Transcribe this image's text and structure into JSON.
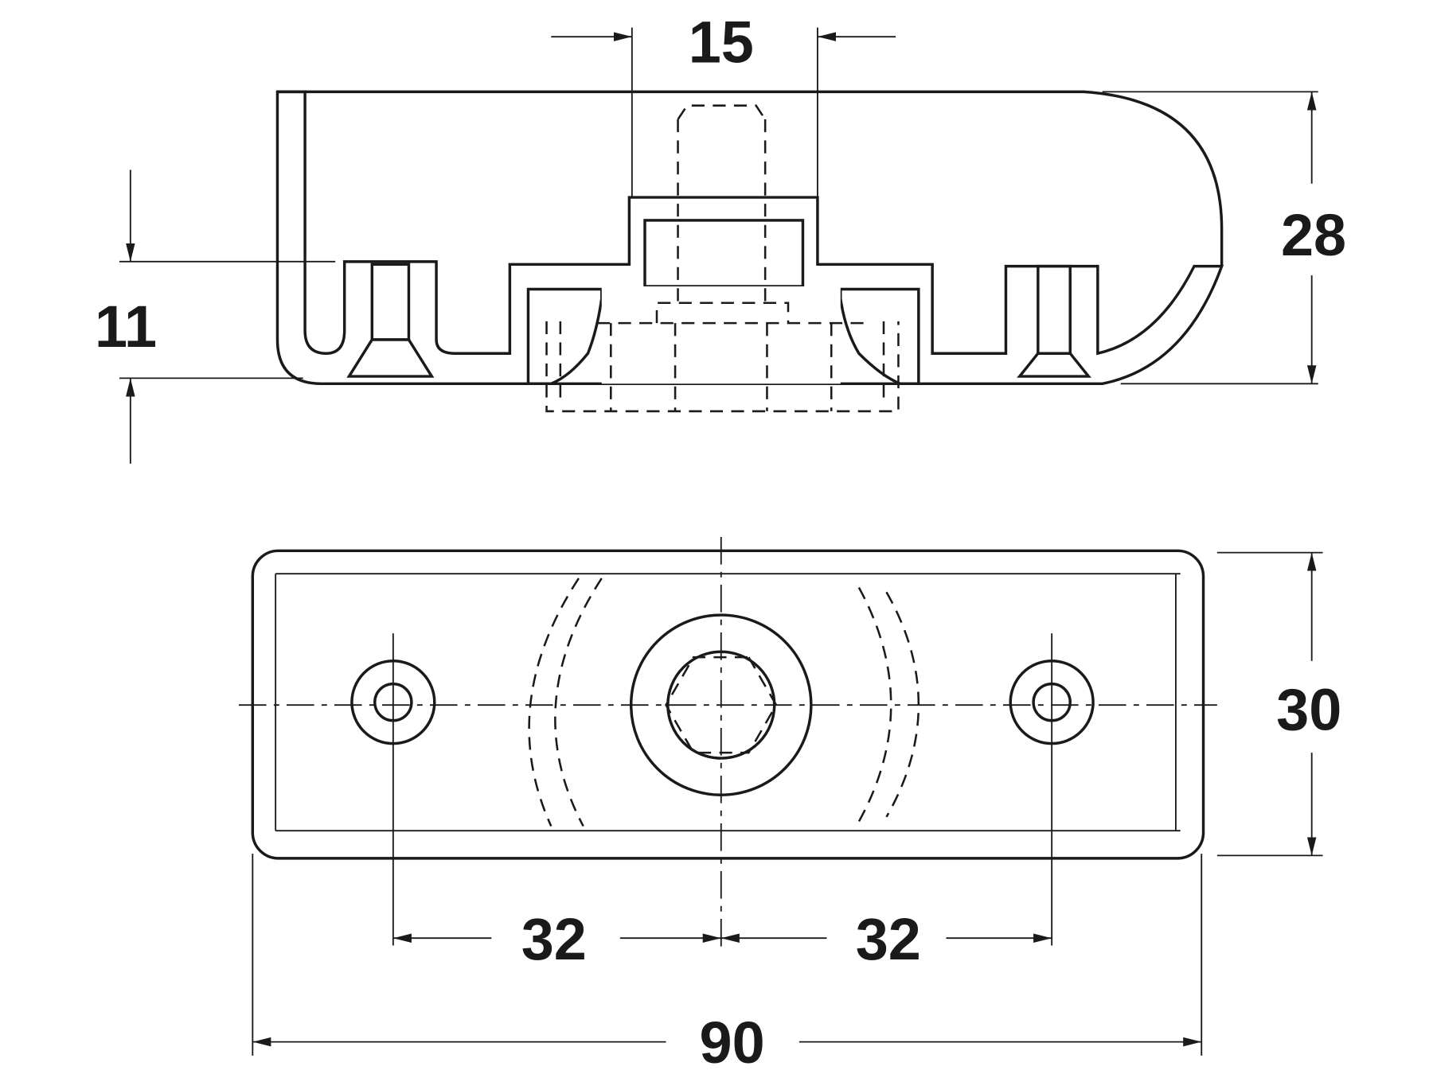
{
  "dimensions": {
    "top_width": "15",
    "total_height": "28",
    "base_height": "11",
    "depth": "30",
    "left_spacing": "32",
    "right_spacing": "32",
    "total_length": "90"
  },
  "colors": {
    "line": "#1a1a1a",
    "background": "#ffffff"
  }
}
